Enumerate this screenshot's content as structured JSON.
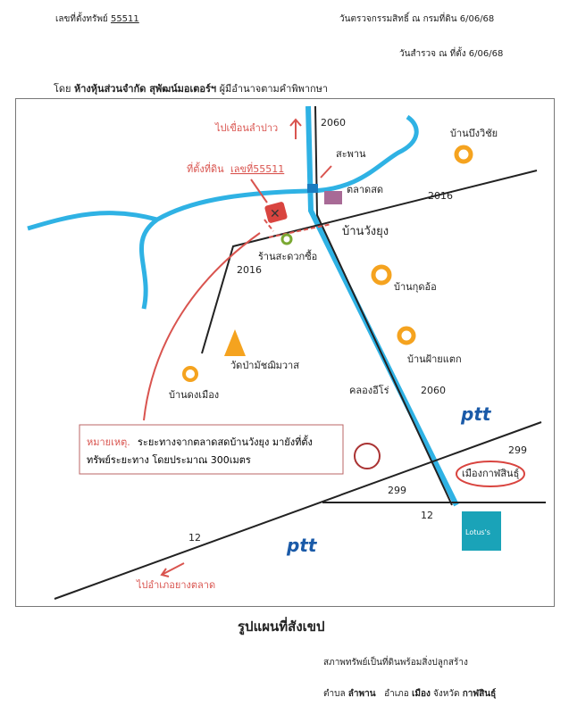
{
  "header": {
    "property_no_label": "เลขที่ตั้งทรัพย์",
    "property_no": "55511",
    "title_check": "วันตรวจกรรมสิทธิ์ ณ กรมที่ดิน 6/06/68",
    "survey": "วันสำรวจ ณ ที่ตั้ง 6/06/68",
    "by_prefix": "โดย",
    "by_name": "ห้างหุ้นส่วนจำกัด สุพัฒน์มอเตอร์ฯ",
    "by_suffix": "ผู้มีอำนาจตามคำพิพากษา"
  },
  "map": {
    "to_dam": "ไปเขื่อนลำปาว",
    "road_2060_a": "2060",
    "road_2060_b": "2060",
    "bridge": "สะพาน",
    "ban_bung": "บ้านบึงวิชัย",
    "site_prefix": "ที่ตั้งที่ดิน",
    "site_no": "เลขที่55511",
    "market": "ตลาดสด",
    "road_2016_a": "2016",
    "road_2016_b": "2016",
    "ban_wang": "บ้านวังยุง",
    "store": "ร้านสะดวกซื้อ",
    "ban_kut": "บ้านกุดอ้อ",
    "temple": "วัดป่ามัชฌิมวาส",
    "ban_fai": "บ้านฝ้ายแตก",
    "ban_dong": "บ้านดงเมือง",
    "canal": "คลองอีโร่",
    "ptt_a": "ptt",
    "ptt_b": "ptt",
    "road_299_a": "299",
    "road_299_b": "299",
    "city": "เมืองกาฬสินธุ์",
    "road_12_a": "12",
    "road_12_b": "12",
    "lotus": "Lotus's",
    "to_yang": "ไปอำเภอยางตลาด",
    "note_label": "หมายเหตุ.",
    "note_text1": "ระยะทางจากตลาดสดบ้านวังยุง มายังที่ตั้ง",
    "note_text2": "ทรัพย์ระยะทาง โดยประมาณ 300เมตร"
  },
  "footer": {
    "title": "รูปแผนที่สังเขป",
    "condition": "สภาพทรัพย์เป็นที่ดินพร้อมสิ่งปลูกสร้าง",
    "loc_t_label": "ตำบล",
    "loc_t": "ลำพาน",
    "loc_a_label": "อำเภอ",
    "loc_a": "เมือง",
    "loc_p_label": "จังหวัด",
    "loc_p": "กาฬสินธุ์"
  },
  "colors": {
    "river": "#2fb2e4",
    "red": "#d9544f",
    "orange": "#f5a31f",
    "lotus": "#1aa3b8"
  }
}
